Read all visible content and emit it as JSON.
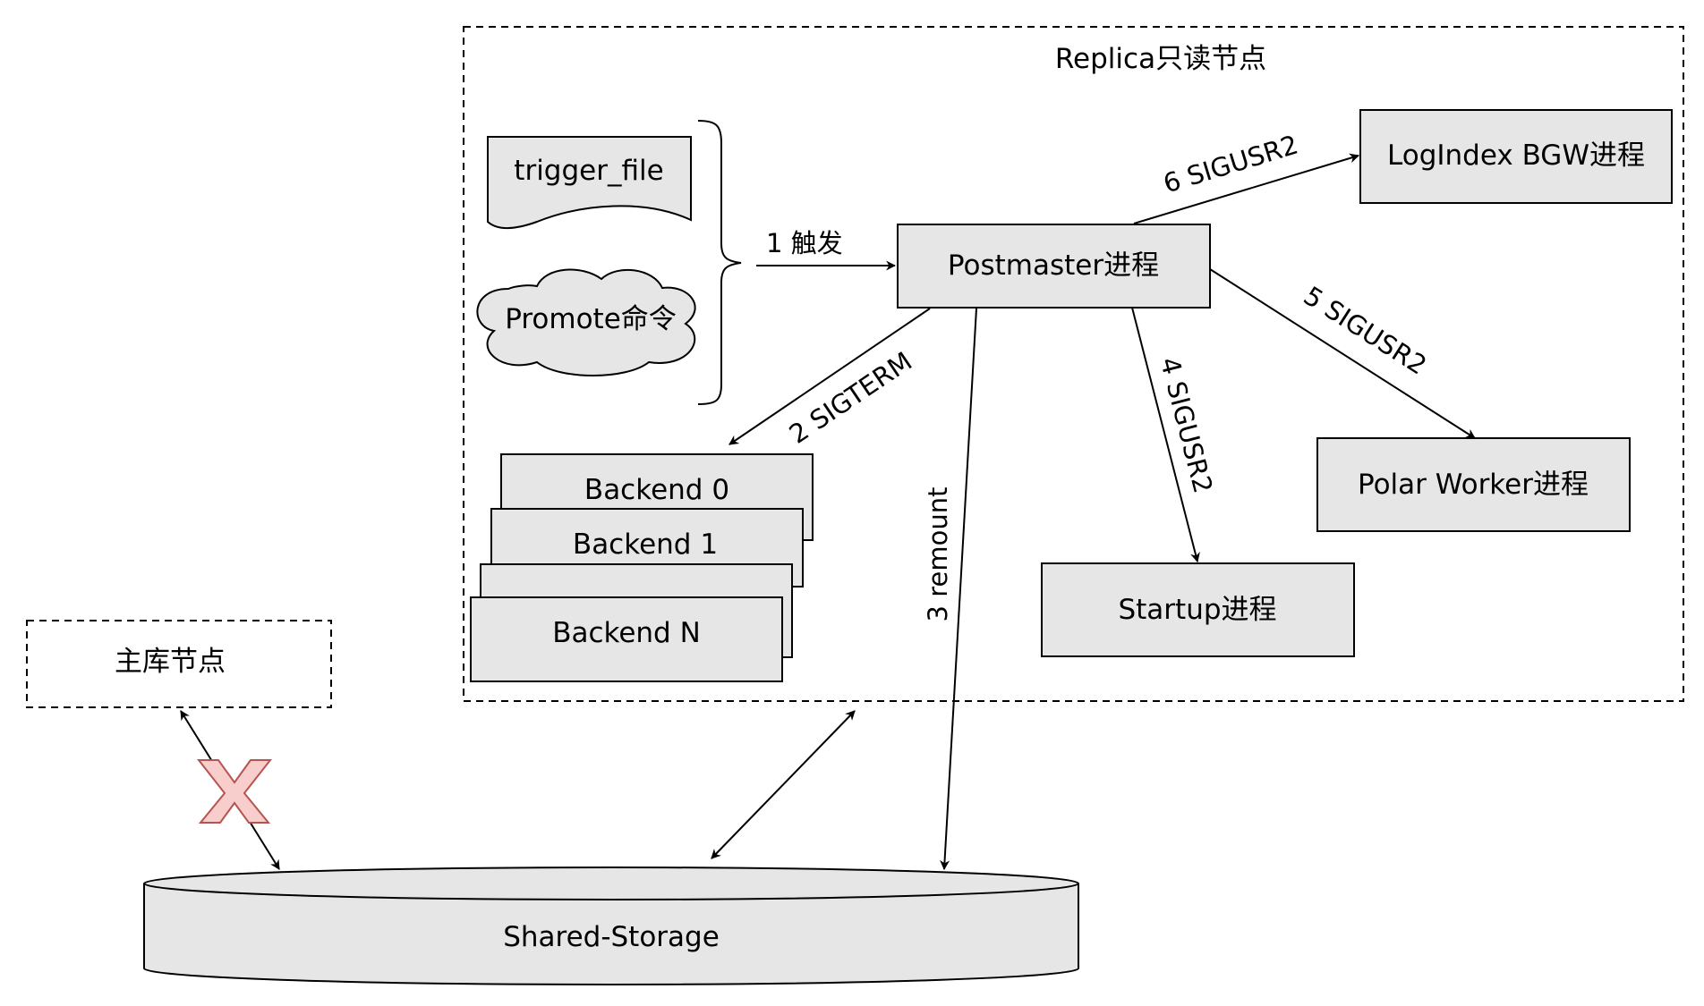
{
  "replica_group": {
    "title": "Replica只读节点"
  },
  "primary_node": {
    "label": "主库节点"
  },
  "trigger_file": {
    "label": "trigger_file"
  },
  "promote_command": {
    "label": "Promote命令"
  },
  "postmaster": {
    "label": "Postmaster进程"
  },
  "logindex_bgw": {
    "label": "LogIndex BGW进程"
  },
  "polar_worker": {
    "label": "Polar Worker进程"
  },
  "startup": {
    "label": "Startup进程"
  },
  "backends": {
    "labels": [
      "Backend 0",
      "Backend 1",
      "",
      "Backend N"
    ]
  },
  "shared_storage": {
    "label": "Shared-Storage"
  },
  "edges": {
    "trigger": "1 触发",
    "sigterm": "2 SIGTERM",
    "remount": "3 remount",
    "startup_sig": "4 SIGUSR2",
    "polar_sig": "5 SIGUSR2",
    "logindex_sig": "6 SIGUSR2"
  },
  "colors": {
    "box_fill": "#e6e6e6",
    "stroke": "#000000",
    "cross_fill": "#f8cecc",
    "cross_stroke": "#b85450"
  }
}
